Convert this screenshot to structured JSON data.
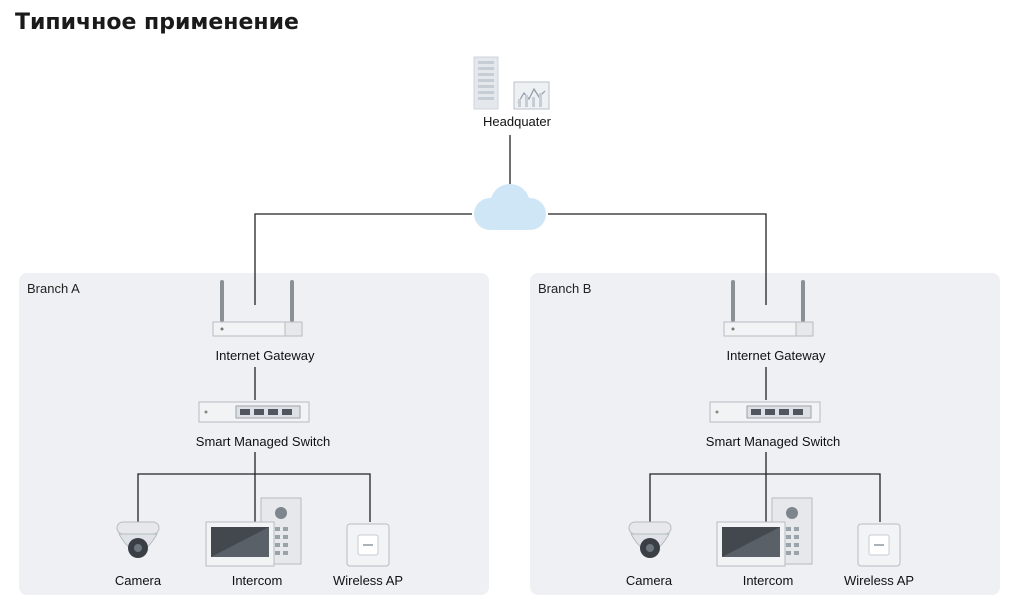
{
  "title": "Типичное применение",
  "headquarter": {
    "label": "Headquater"
  },
  "branches": [
    {
      "name": "Branch A",
      "gateway_label": "Internet Gateway",
      "switch_label": "Smart Managed Switch",
      "devices": [
        {
          "label": "Camera",
          "icon": "dome-camera-icon"
        },
        {
          "label": "Intercom",
          "icon": "intercom-icon"
        },
        {
          "label": "Wireless AP",
          "icon": "wireless-ap-icon"
        }
      ]
    },
    {
      "name": "Branch B",
      "gateway_label": "Internet Gateway",
      "switch_label": "Smart Managed Switch",
      "devices": [
        {
          "label": "Camera",
          "icon": "dome-camera-icon"
        },
        {
          "label": "Intercom",
          "icon": "intercom-icon"
        },
        {
          "label": "Wireless AP",
          "icon": "wireless-ap-icon"
        }
      ]
    }
  ],
  "colors": {
    "panel": "#eef0f3",
    "cloud": "#cfe6f7",
    "line": "#222222"
  }
}
